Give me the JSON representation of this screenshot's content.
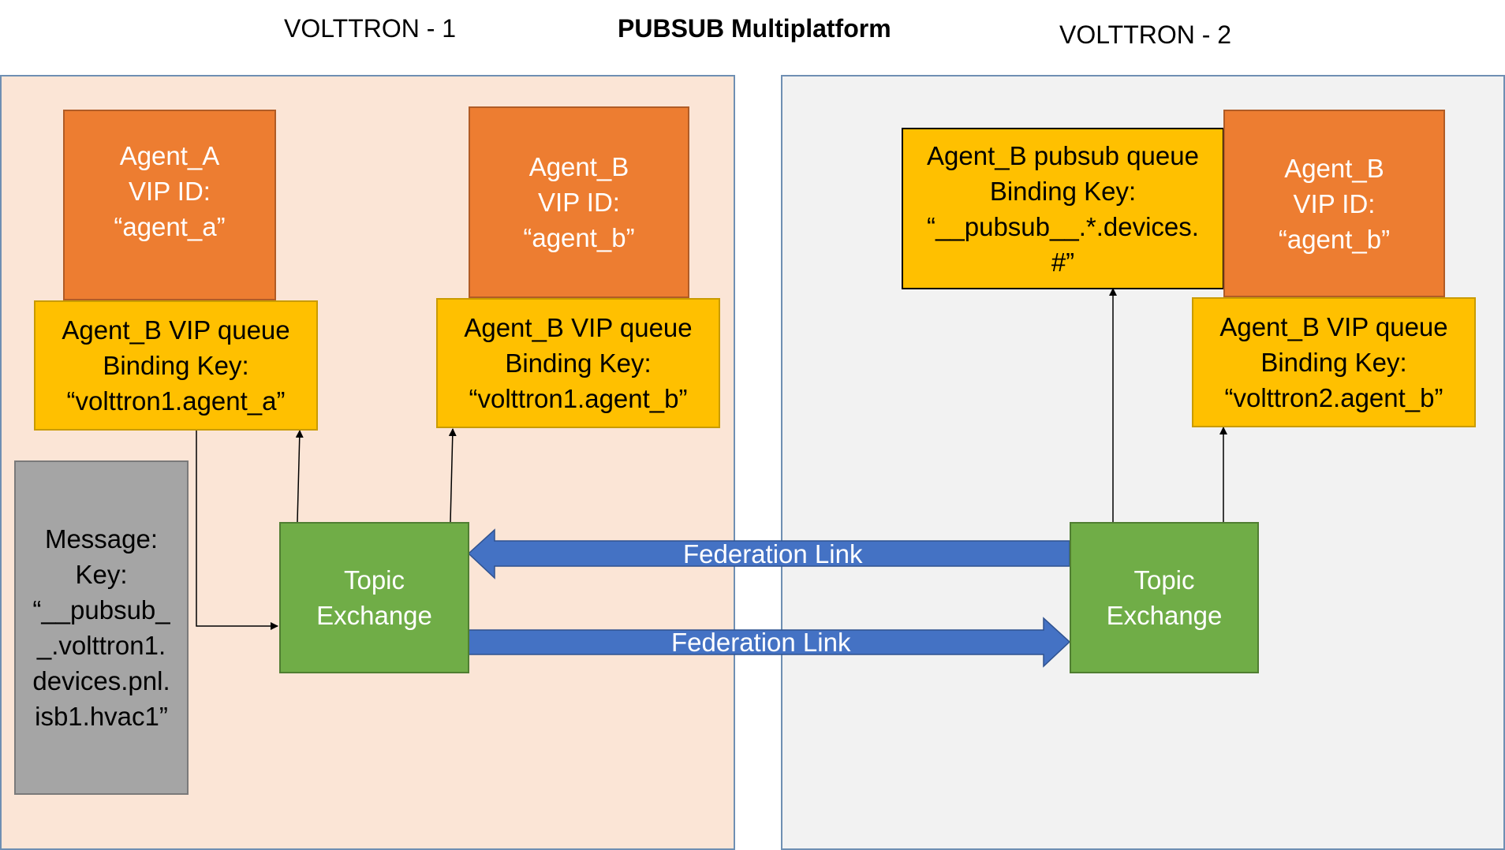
{
  "header": {
    "volttron_1": "VOLTTRON - 1",
    "title": "PUBSUB Multiplatform",
    "volttron_2": "VOLTTRON - 2"
  },
  "colors": {
    "panel_1": "#fbe5d6",
    "panel_2": "#f2f2f2",
    "agent": "#ed7d31",
    "queue": "#ffc000",
    "message": "#a5a5a5",
    "topic_exchange": "#70ad47",
    "federation_link": "#4472c4"
  },
  "volttron1": {
    "agent_a": [
      "Agent_A",
      "VIP ID:",
      "“agent_a”"
    ],
    "agent_b": [
      "Agent_B",
      "VIP ID:",
      "“agent_b”"
    ],
    "queue_a": [
      "Agent_B VIP queue",
      "Binding Key:",
      "“volttron1.agent_a”"
    ],
    "queue_b": [
      "Agent_B VIP queue",
      "Binding Key:",
      "“volttron1.agent_b”"
    ],
    "message": [
      "Message:",
      "Key:",
      "“__pubsub_",
      "_.volttron1.",
      "devices.pnl.",
      "isb1.hvac1”"
    ],
    "topic_exchange": [
      "Topic",
      "Exchange"
    ]
  },
  "volttron2": {
    "pubsub_queue": [
      "Agent_B pubsub queue",
      "Binding Key:",
      "“__pubsub__.*.devices.",
      "#”"
    ],
    "agent_b": [
      "Agent_B",
      "VIP ID:",
      "“agent_b”"
    ],
    "queue_b": [
      "Agent_B VIP queue",
      "Binding Key:",
      "“volttron2.agent_b”"
    ],
    "topic_exchange": [
      "Topic",
      "Exchange"
    ]
  },
  "federation_link_top": "Federation Link",
  "federation_link_bottom": "Federation Link"
}
